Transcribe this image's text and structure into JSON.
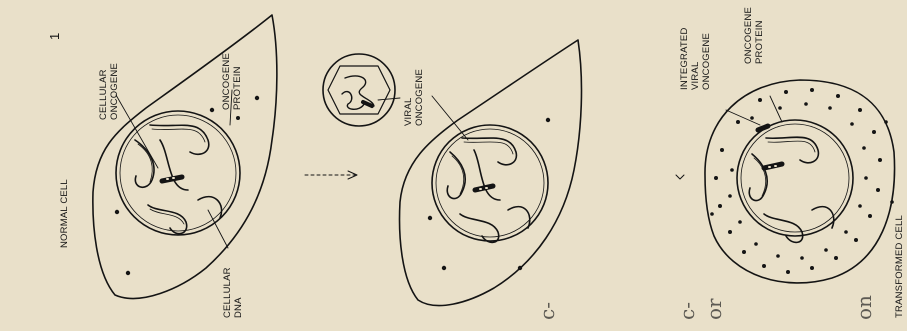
{
  "panel1": {
    "number": "1",
    "title": "NORMAL CELL",
    "label_oncogene_line1": "CELLULAR",
    "label_oncogene_line2": "ONCOGENE",
    "label_protein_line1": "ONCOGENE",
    "label_protein_line2": "PROTEIN",
    "label_dna_line1": "CELLULAR",
    "label_dna_line2": "DNA"
  },
  "panel2": {
    "label_viral_line1": "VIRAL",
    "label_viral_line2": "ONCOGENE"
  },
  "panel3": {
    "label_integrated_line1": "INTEGRATED",
    "label_integrated_line2": "VIRAL",
    "label_integrated_line3": "ONCOGENE",
    "label_protein_line1": "ONCOGENE",
    "label_protein_line2": "PROTEIN",
    "title": "TRANSFORMED CELL"
  },
  "margin_text": [
    "c-",
    "or",
    "on",
    "c-"
  ],
  "colors": {
    "paper": "#e9e0c9",
    "ink": "#141414"
  }
}
